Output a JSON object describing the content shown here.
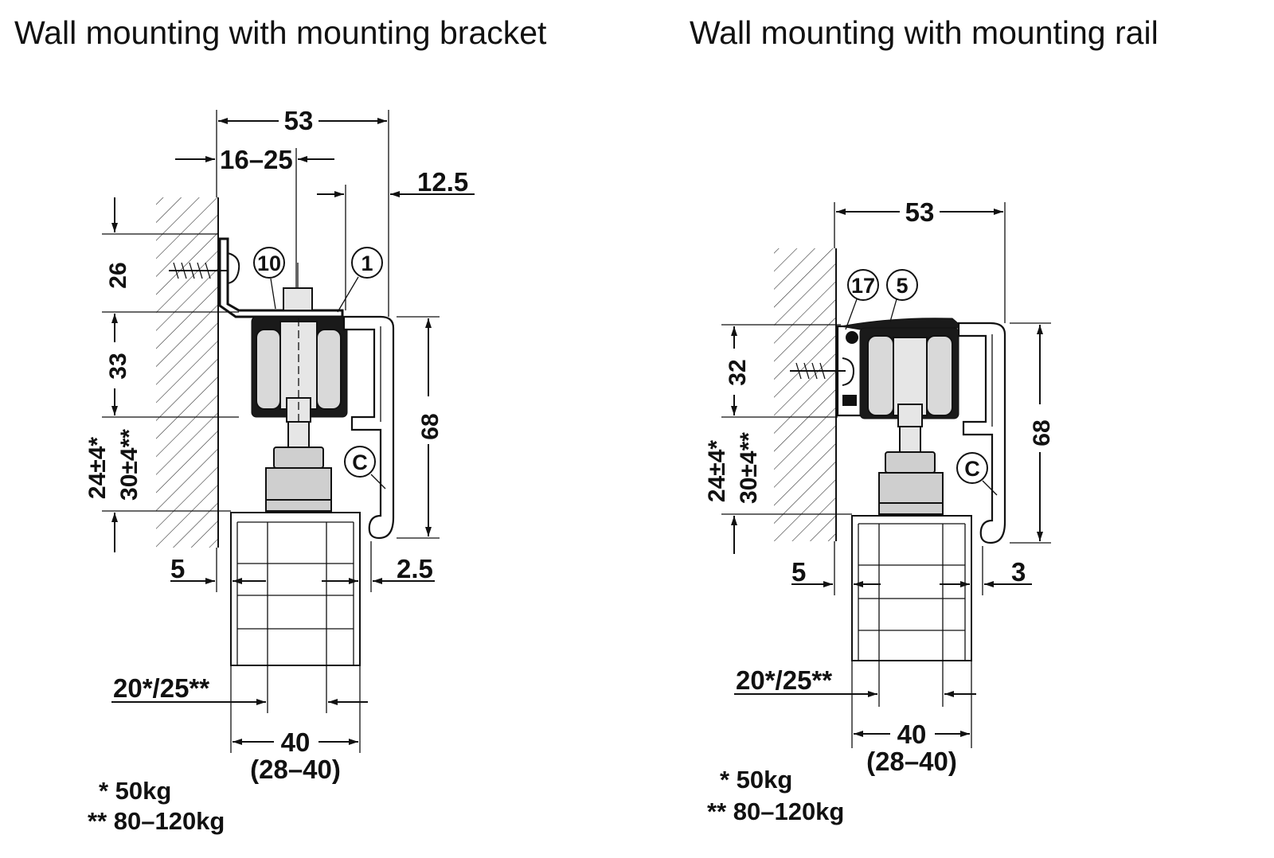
{
  "titles": {
    "left": "Wall mounting with mounting bracket",
    "right": "Wall mounting with mounting rail"
  },
  "left": {
    "dims": {
      "top_width": "53",
      "adjust_range": "16–25",
      "offset_right": "12.5",
      "height_bracket": "26",
      "height_runner": "33",
      "door_gap_1": "24±4*",
      "door_gap_2": "30±4**",
      "profile_height": "68",
      "wall_gap": "5",
      "side_gap": "2.5",
      "door_thickness": "20*/25**",
      "clamp_width": "40",
      "clamp_range": "(28–40)"
    },
    "callouts": {
      "bracket": "10",
      "runner": "1",
      "profile": "C"
    },
    "legend": {
      "line1": "* 50kg",
      "line2": "** 80–120kg"
    }
  },
  "right": {
    "dims": {
      "top_width": "53",
      "height_runner": "32",
      "door_gap_1": "24±4*",
      "door_gap_2": "30±4**",
      "profile_height": "68",
      "wall_gap": "5",
      "side_gap": "3",
      "door_thickness": "20*/25**",
      "clamp_width": "40",
      "clamp_range": "(28–40)"
    },
    "callouts": {
      "rail_fixing": "17",
      "runner": "5",
      "profile": "C"
    },
    "legend": {
      "line1": "* 50kg",
      "line2": "** 80–120kg"
    }
  }
}
